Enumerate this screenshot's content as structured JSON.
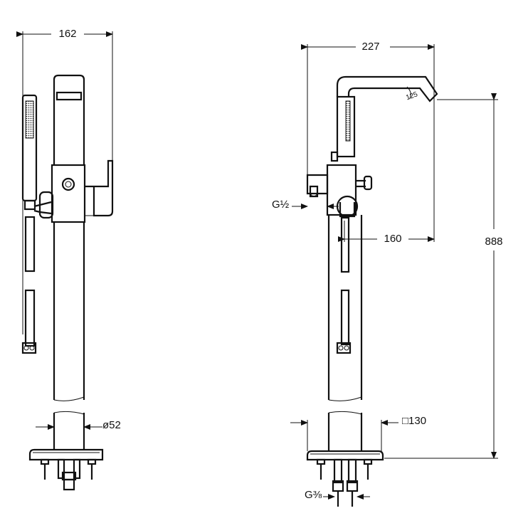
{
  "side_view": {
    "width_dim": "162",
    "diameter_dim": "ø52"
  },
  "front_view": {
    "width_dim": "227",
    "angle_dim": "125",
    "inlet_thread": "G½",
    "spout_dim": "160",
    "height_dim": "888",
    "base_dim": "□130",
    "supply_thread": "G⅜"
  },
  "colors": {
    "line": "#111111",
    "background": "#ffffff"
  }
}
